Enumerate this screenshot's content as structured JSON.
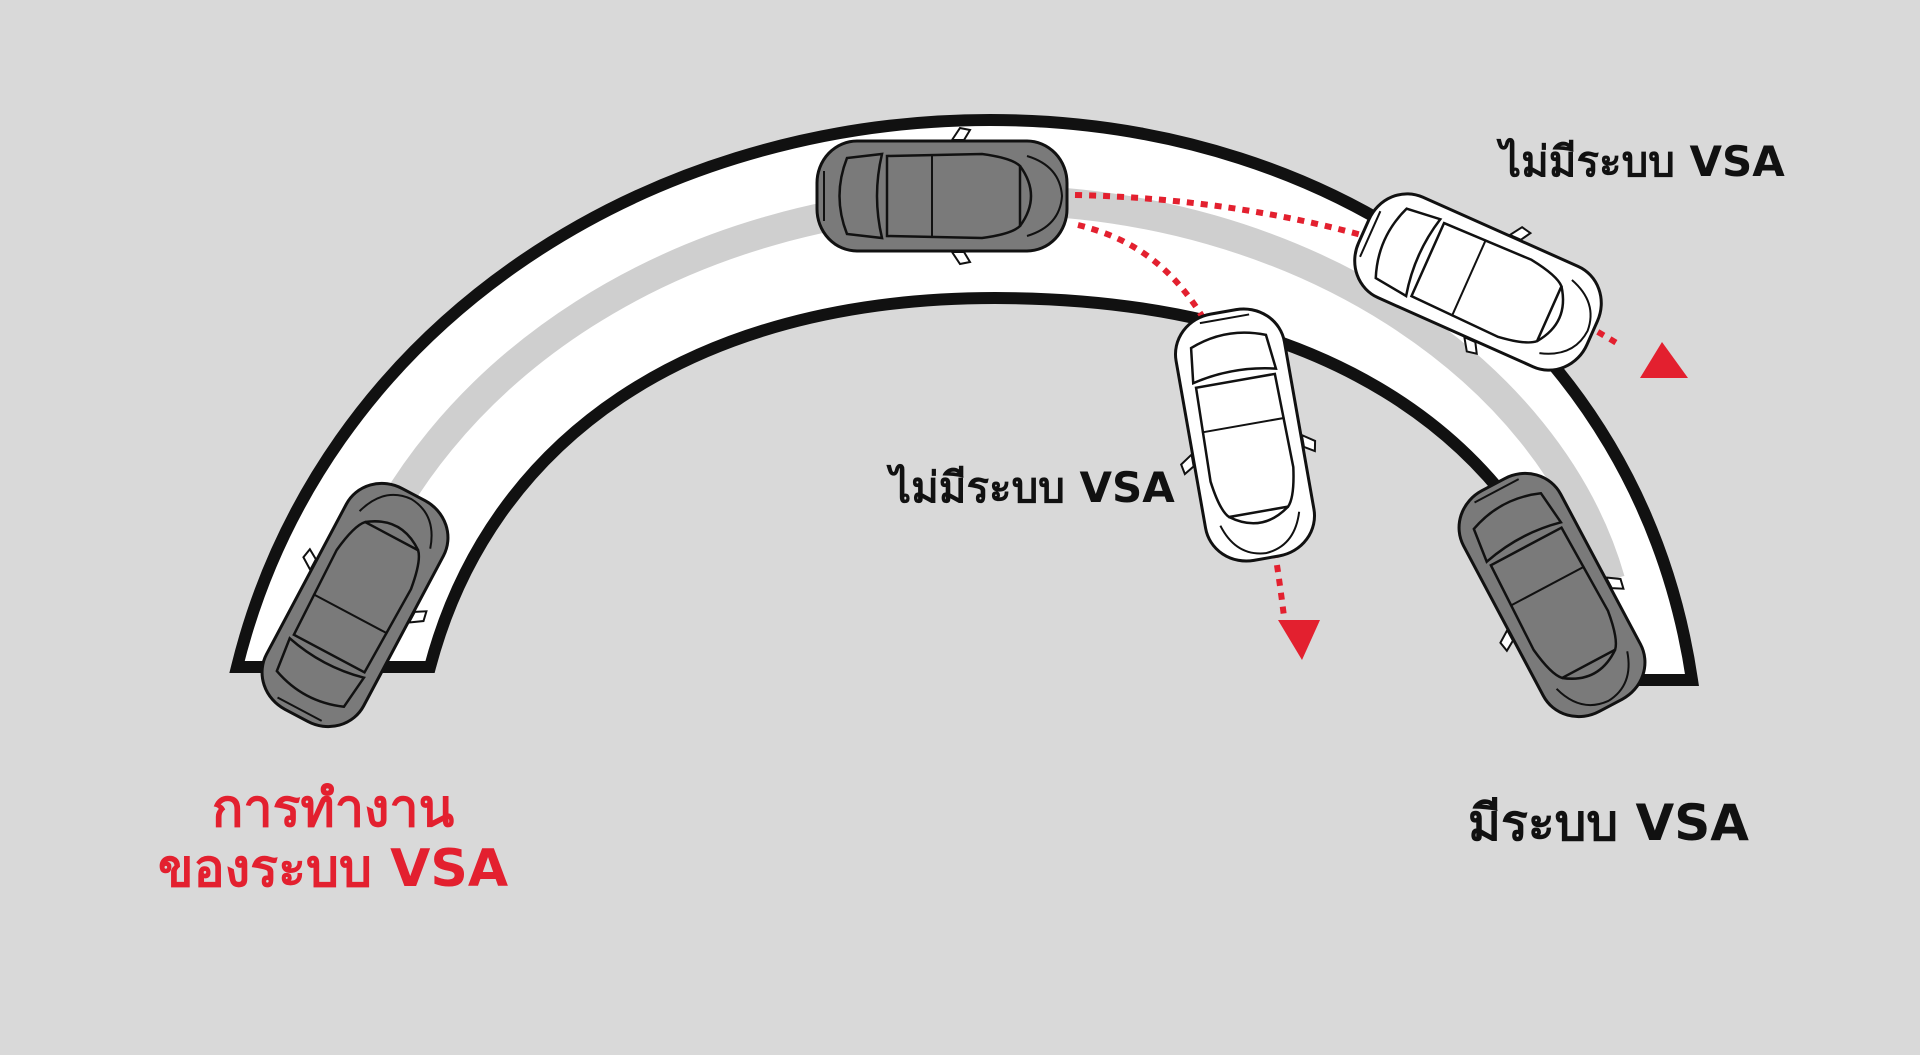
{
  "title": {
    "line1": "การทำงาน",
    "line2": "ของระบบ VSA"
  },
  "labels": {
    "with_vsa": "มีระบบ VSA",
    "without_vsa_top": "ไม่มีระบบ VSA",
    "without_vsa_middle": "ไม่มีระบบ VSA"
  },
  "colors": {
    "background": "#d9d9d9",
    "road": "#ffffff",
    "road_edge": "#111111",
    "guide_lane": "#cfcfcf",
    "vsa_car": "#7a7a7a",
    "non_vsa_car": "#ffffff",
    "accent_red": "#e3202f",
    "text_dark": "#111111"
  },
  "icons": {
    "vsa_car": "car-top-view-gray-icon",
    "non_vsa_car": "car-top-view-white-icon",
    "skid_arrow": "dotted-arrow-icon"
  }
}
